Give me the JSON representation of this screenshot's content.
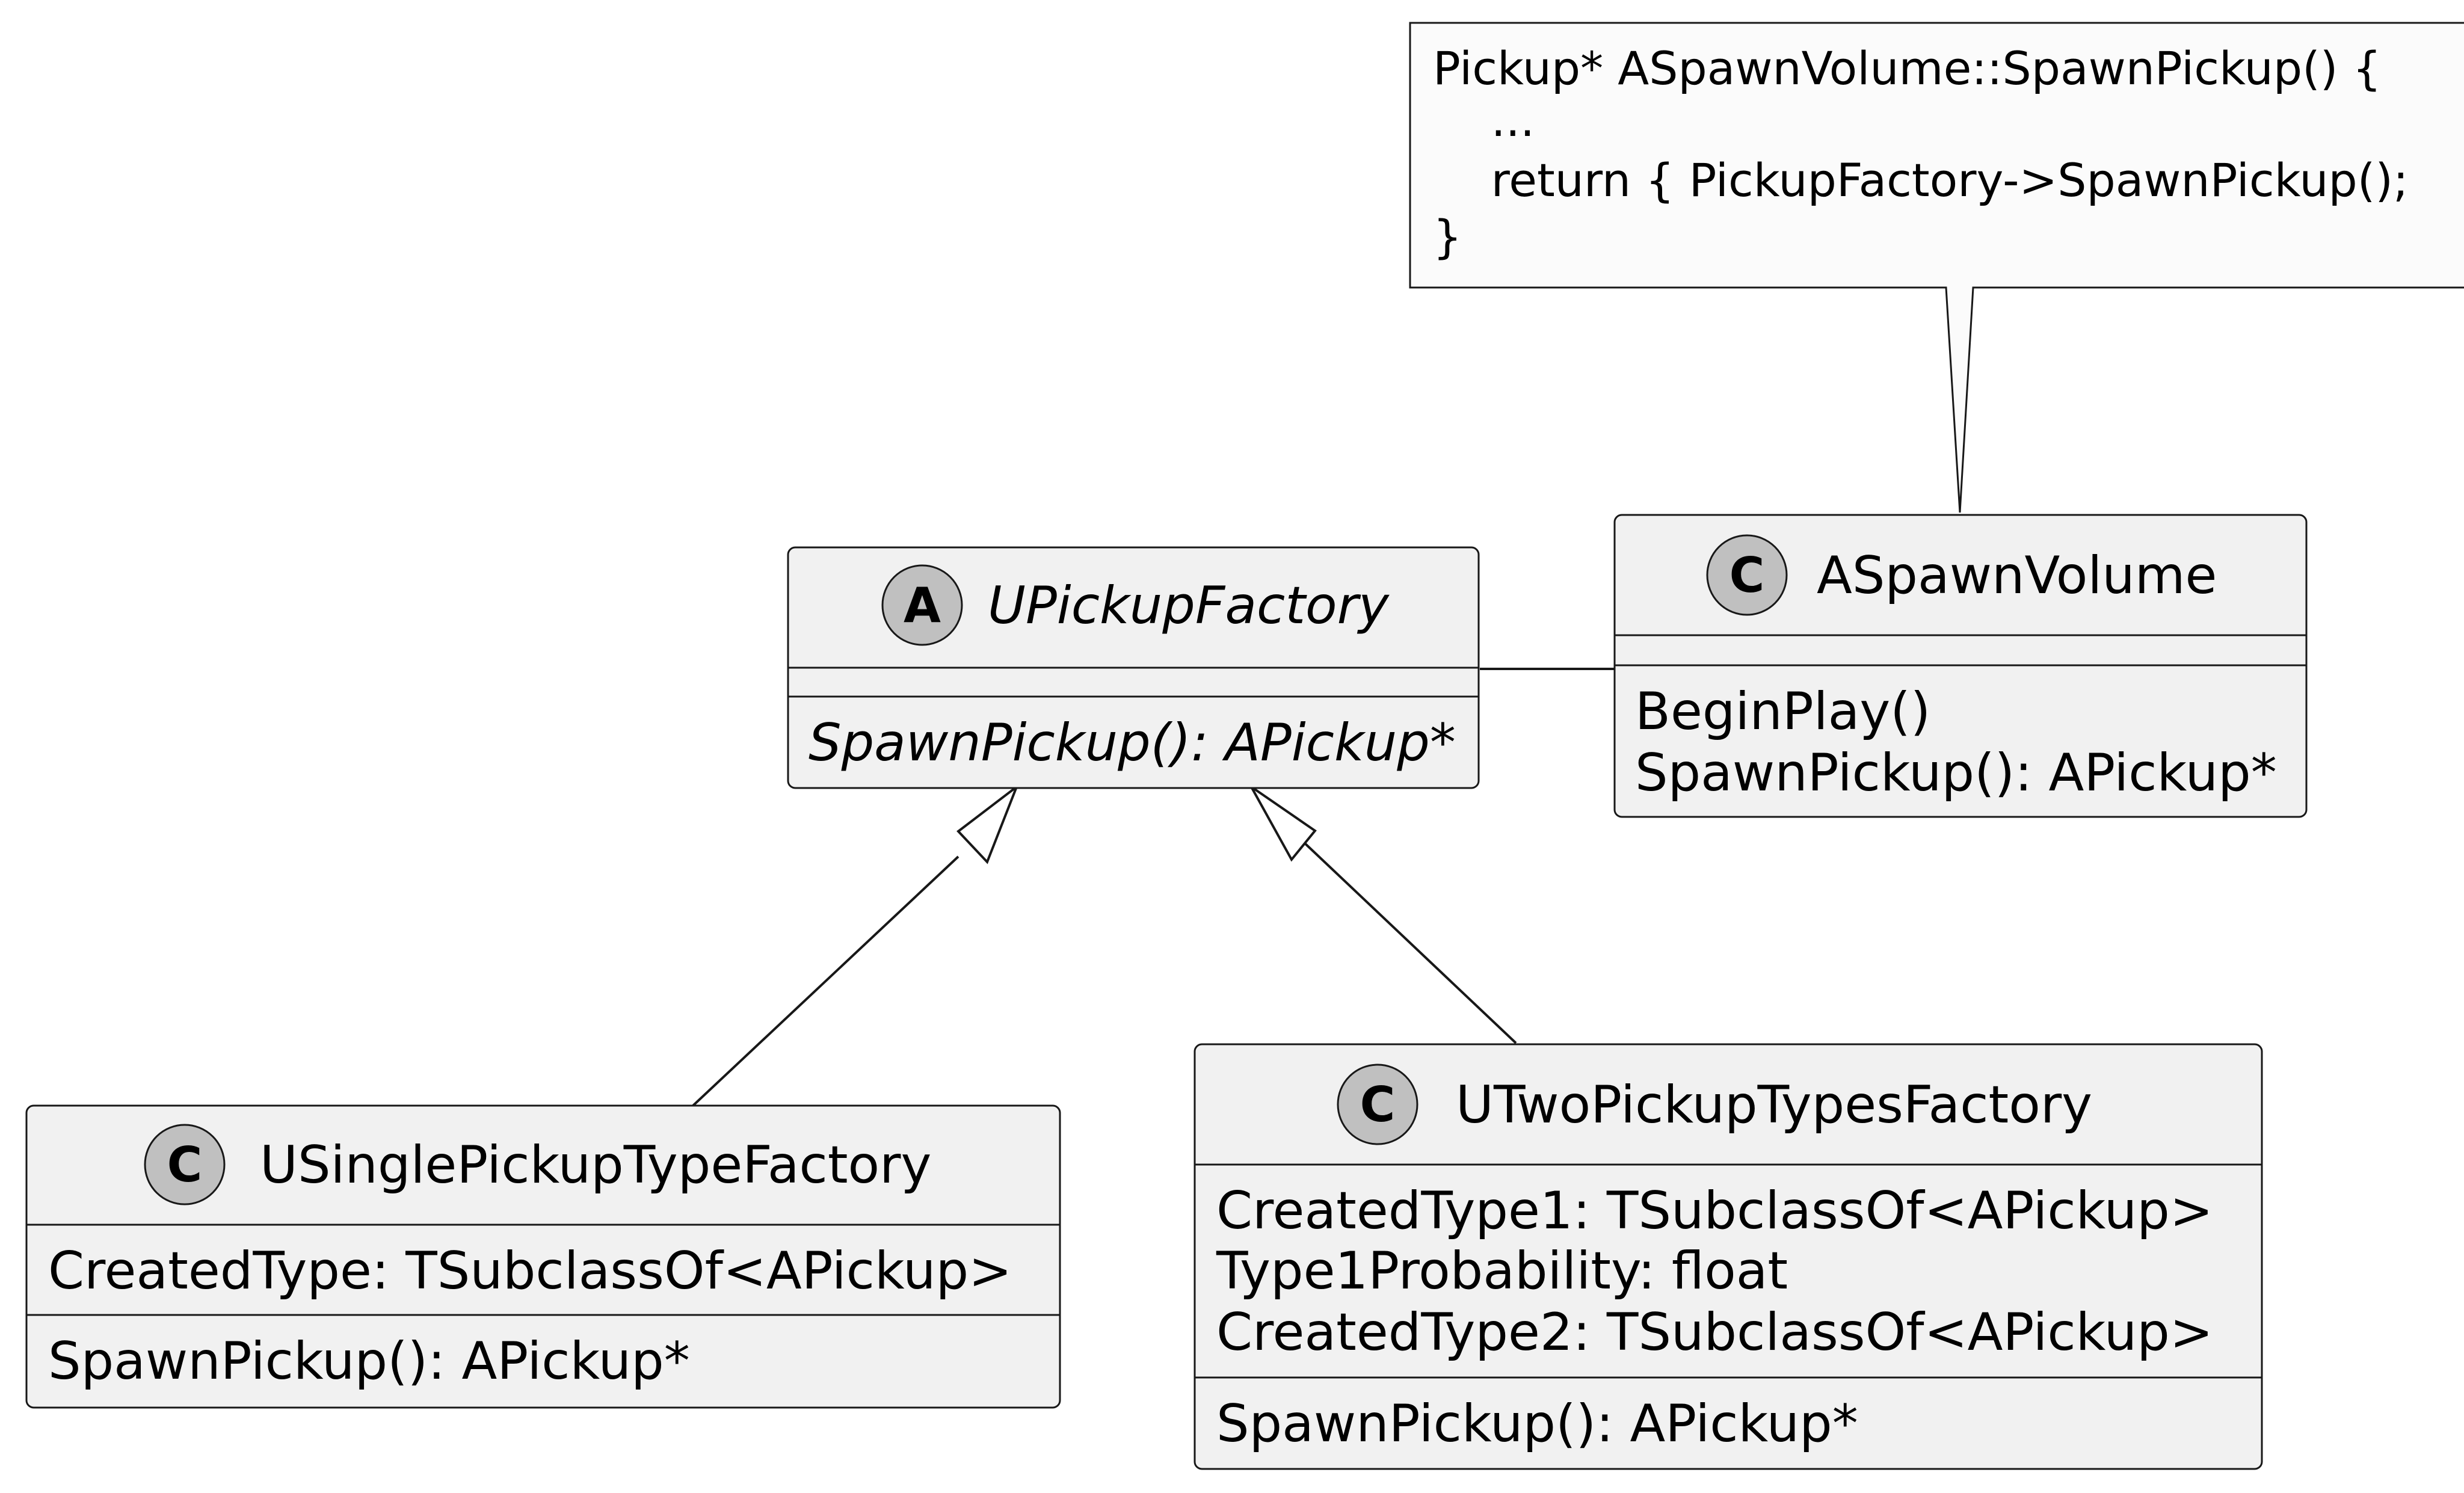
{
  "note": {
    "lines": [
      "Pickup* ASpawnVolume::SpawnPickup() {",
      "    ...",
      "    return { PickupFactory->SpawnPickup();",
      "}"
    ]
  },
  "classes": {
    "upickupfactory": {
      "stereotype_glyph": "A",
      "name": "UPickupFactory",
      "abstract": true,
      "fields": [],
      "methods": [
        "SpawnPickup(): APickup*"
      ]
    },
    "aspawnvolume": {
      "stereotype_glyph": "C",
      "name": "ASpawnVolume",
      "fields": [],
      "methods": [
        "BeginPlay()",
        "SpawnPickup(): APickup*"
      ]
    },
    "usinglepickuptypefactory": {
      "stereotype_glyph": "C",
      "name": "USinglePickupTypeFactory",
      "fields": [
        "CreatedType: TSubclassOf<APickup>"
      ],
      "methods": [
        "SpawnPickup(): APickup*"
      ]
    },
    "utwopickuptypesfactory": {
      "stereotype_glyph": "C",
      "name": "UTwoPickupTypesFactory",
      "fields": [
        "CreatedType1: TSubclassOf<APickup>",
        "Type1Probability: float",
        "CreatedType2: TSubclassOf<APickup>"
      ],
      "methods": [
        "SpawnPickup(): APickup*"
      ]
    }
  },
  "colors": {
    "class_fill": "#F1F1F1",
    "note_fill": "#FBFBFB",
    "glyph_fill": "#C0C0C0",
    "stroke": "#181818",
    "background": "#FFFFFF"
  }
}
